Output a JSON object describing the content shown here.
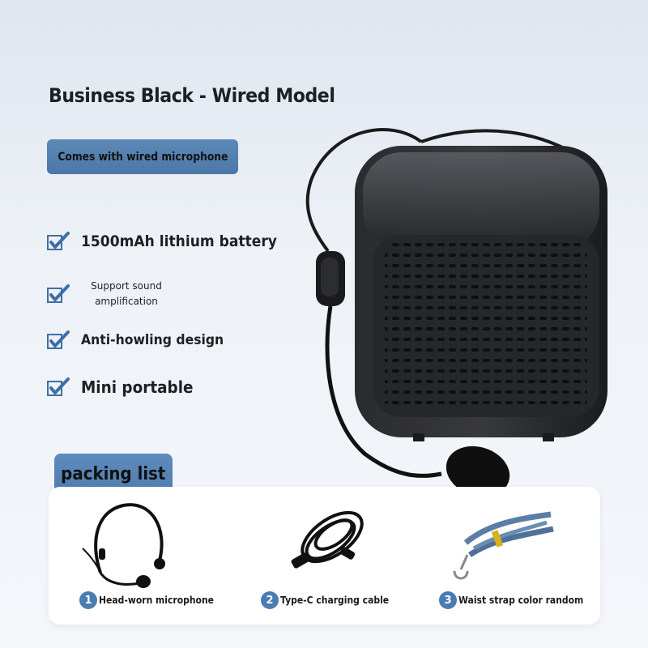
{
  "title": "Business Black - Wired Model",
  "mic_badge": "Comes with wired microphone",
  "features": [
    {
      "icon": "check-icon",
      "text": "1500mAh lithium battery"
    },
    {
      "icon": "check-icon",
      "text": "Support sound amplification"
    },
    {
      "icon": "check-icon",
      "text": "Anti-howling design"
    },
    {
      "icon": "check-icon",
      "text": "Mini portable"
    }
  ],
  "packing": {
    "heading": "packing list",
    "items": [
      {
        "number": "1",
        "label": "Head-worn microphone"
      },
      {
        "number": "2",
        "label": "Type-C charging cable"
      },
      {
        "number": "3",
        "label": "Waist strap color random"
      }
    ]
  },
  "colors": {
    "accent_blue": "#4f7dae",
    "speaker_body": "#1e1f22",
    "text": "#1f2024"
  }
}
